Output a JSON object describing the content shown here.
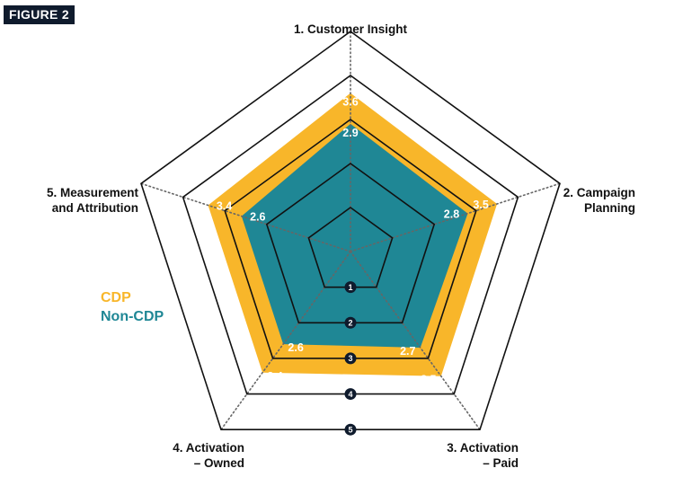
{
  "figure_tag": "FIGURE 2",
  "legend": {
    "cdp": "CDP",
    "non_cdp": "Non-CDP"
  },
  "colors": {
    "cdp": "#f8b62a",
    "non_cdp": "#1f8795",
    "grid": "#111111",
    "tag_bg": "#0f1b2d"
  },
  "chart_data": {
    "type": "radar",
    "title": "",
    "categories": [
      [
        "1. Customer Insight"
      ],
      [
        "2. Campaign",
        "Planning"
      ],
      [
        "3. Activation",
        "– Paid"
      ],
      [
        "4. Activation",
        "– Owned"
      ],
      [
        "5. Measurement",
        "and Attribution"
      ]
    ],
    "scale": {
      "min": 0,
      "max": 5,
      "ticks": [
        1,
        2,
        3,
        4,
        5
      ]
    },
    "series": [
      {
        "name": "CDP",
        "values": [
          3.6,
          3.5,
          3.5,
          3.4,
          3.4
        ],
        "labels": [
          "3.6",
          "3.5",
          "3.5",
          "3.4",
          "3.4"
        ]
      },
      {
        "name": "Non-CDP",
        "values": [
          2.9,
          2.8,
          2.7,
          2.6,
          2.6
        ],
        "labels": [
          "2.9",
          "2.8",
          "2.7",
          "2.6",
          "2.6"
        ]
      }
    ],
    "grid": true,
    "legend_position": "left"
  }
}
